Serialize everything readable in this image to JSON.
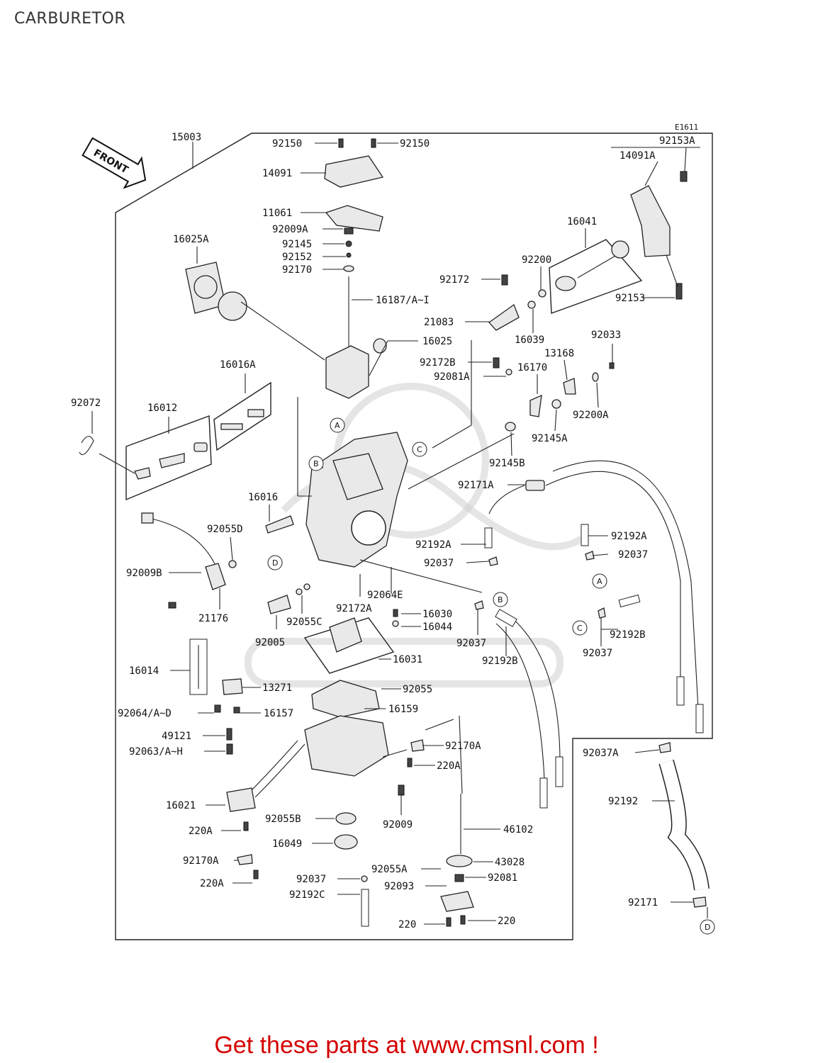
{
  "title": "CARBURETOR",
  "diagram_code": "E1611",
  "front_arrow_label": "FRONT",
  "footer_text": "Get these parts at www.cmsnl.com !",
  "parts": [
    "15003",
    "92150",
    "92150",
    "14091",
    "11061",
    "92009A",
    "92145",
    "92152",
    "92170",
    "16187/A~I",
    "16025",
    "16025A",
    "92153A",
    "14091A",
    "16041",
    "92200",
    "92153",
    "92172",
    "21083",
    "16039",
    "92033",
    "13168",
    "92172B",
    "92081A",
    "16170",
    "92200A",
    "92145A",
    "92145B",
    "16016A",
    "16012",
    "92072",
    "16016",
    "92055D",
    "92171A",
    "92192A",
    "92037",
    "92192A",
    "92037",
    "92009B",
    "21176",
    "92064E",
    "92172A",
    "16030",
    "16044",
    "92055C",
    "92005",
    "92037",
    "92192B",
    "92192B",
    "92037",
    "16031",
    "16014",
    "13271",
    "92055",
    "92064/A~D",
    "16157",
    "16159",
    "49121",
    "92063/A~H",
    "92170A",
    "220A",
    "16021",
    "92055B",
    "92009",
    "46102",
    "220A",
    "16049",
    "92170A",
    "220A",
    "92037",
    "92055A",
    "43028",
    "92093",
    "92081",
    "92192C",
    "220",
    "220",
    "92037A",
    "92192",
    "92171"
  ],
  "reference_markers": [
    "A",
    "B",
    "C",
    "D",
    "A",
    "B",
    "C",
    "D"
  ]
}
